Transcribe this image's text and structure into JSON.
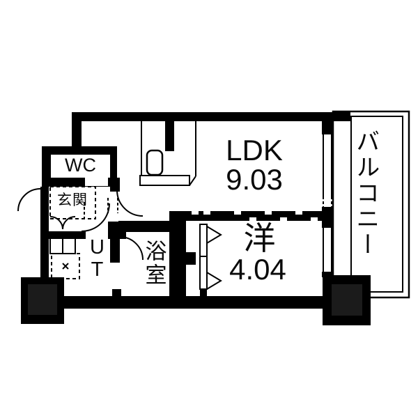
{
  "floorplan": {
    "type": "apartment-floor-plan",
    "rooms": {
      "ldk": {
        "name": "LDK",
        "area": "9.03"
      },
      "western_room": {
        "name": "洋",
        "area": "4.04"
      },
      "balcony": {
        "label": "バルコニー"
      },
      "wc": {
        "label": "WC"
      },
      "utility": {
        "label": "UT"
      },
      "bathroom": {
        "label": "浴室"
      },
      "entrance": {
        "label": "玄関"
      }
    },
    "colors": {
      "wall": "#000000",
      "background": "#ffffff",
      "pillar_inner": "#1b1b1b",
      "text": "#0a0a0a"
    }
  }
}
